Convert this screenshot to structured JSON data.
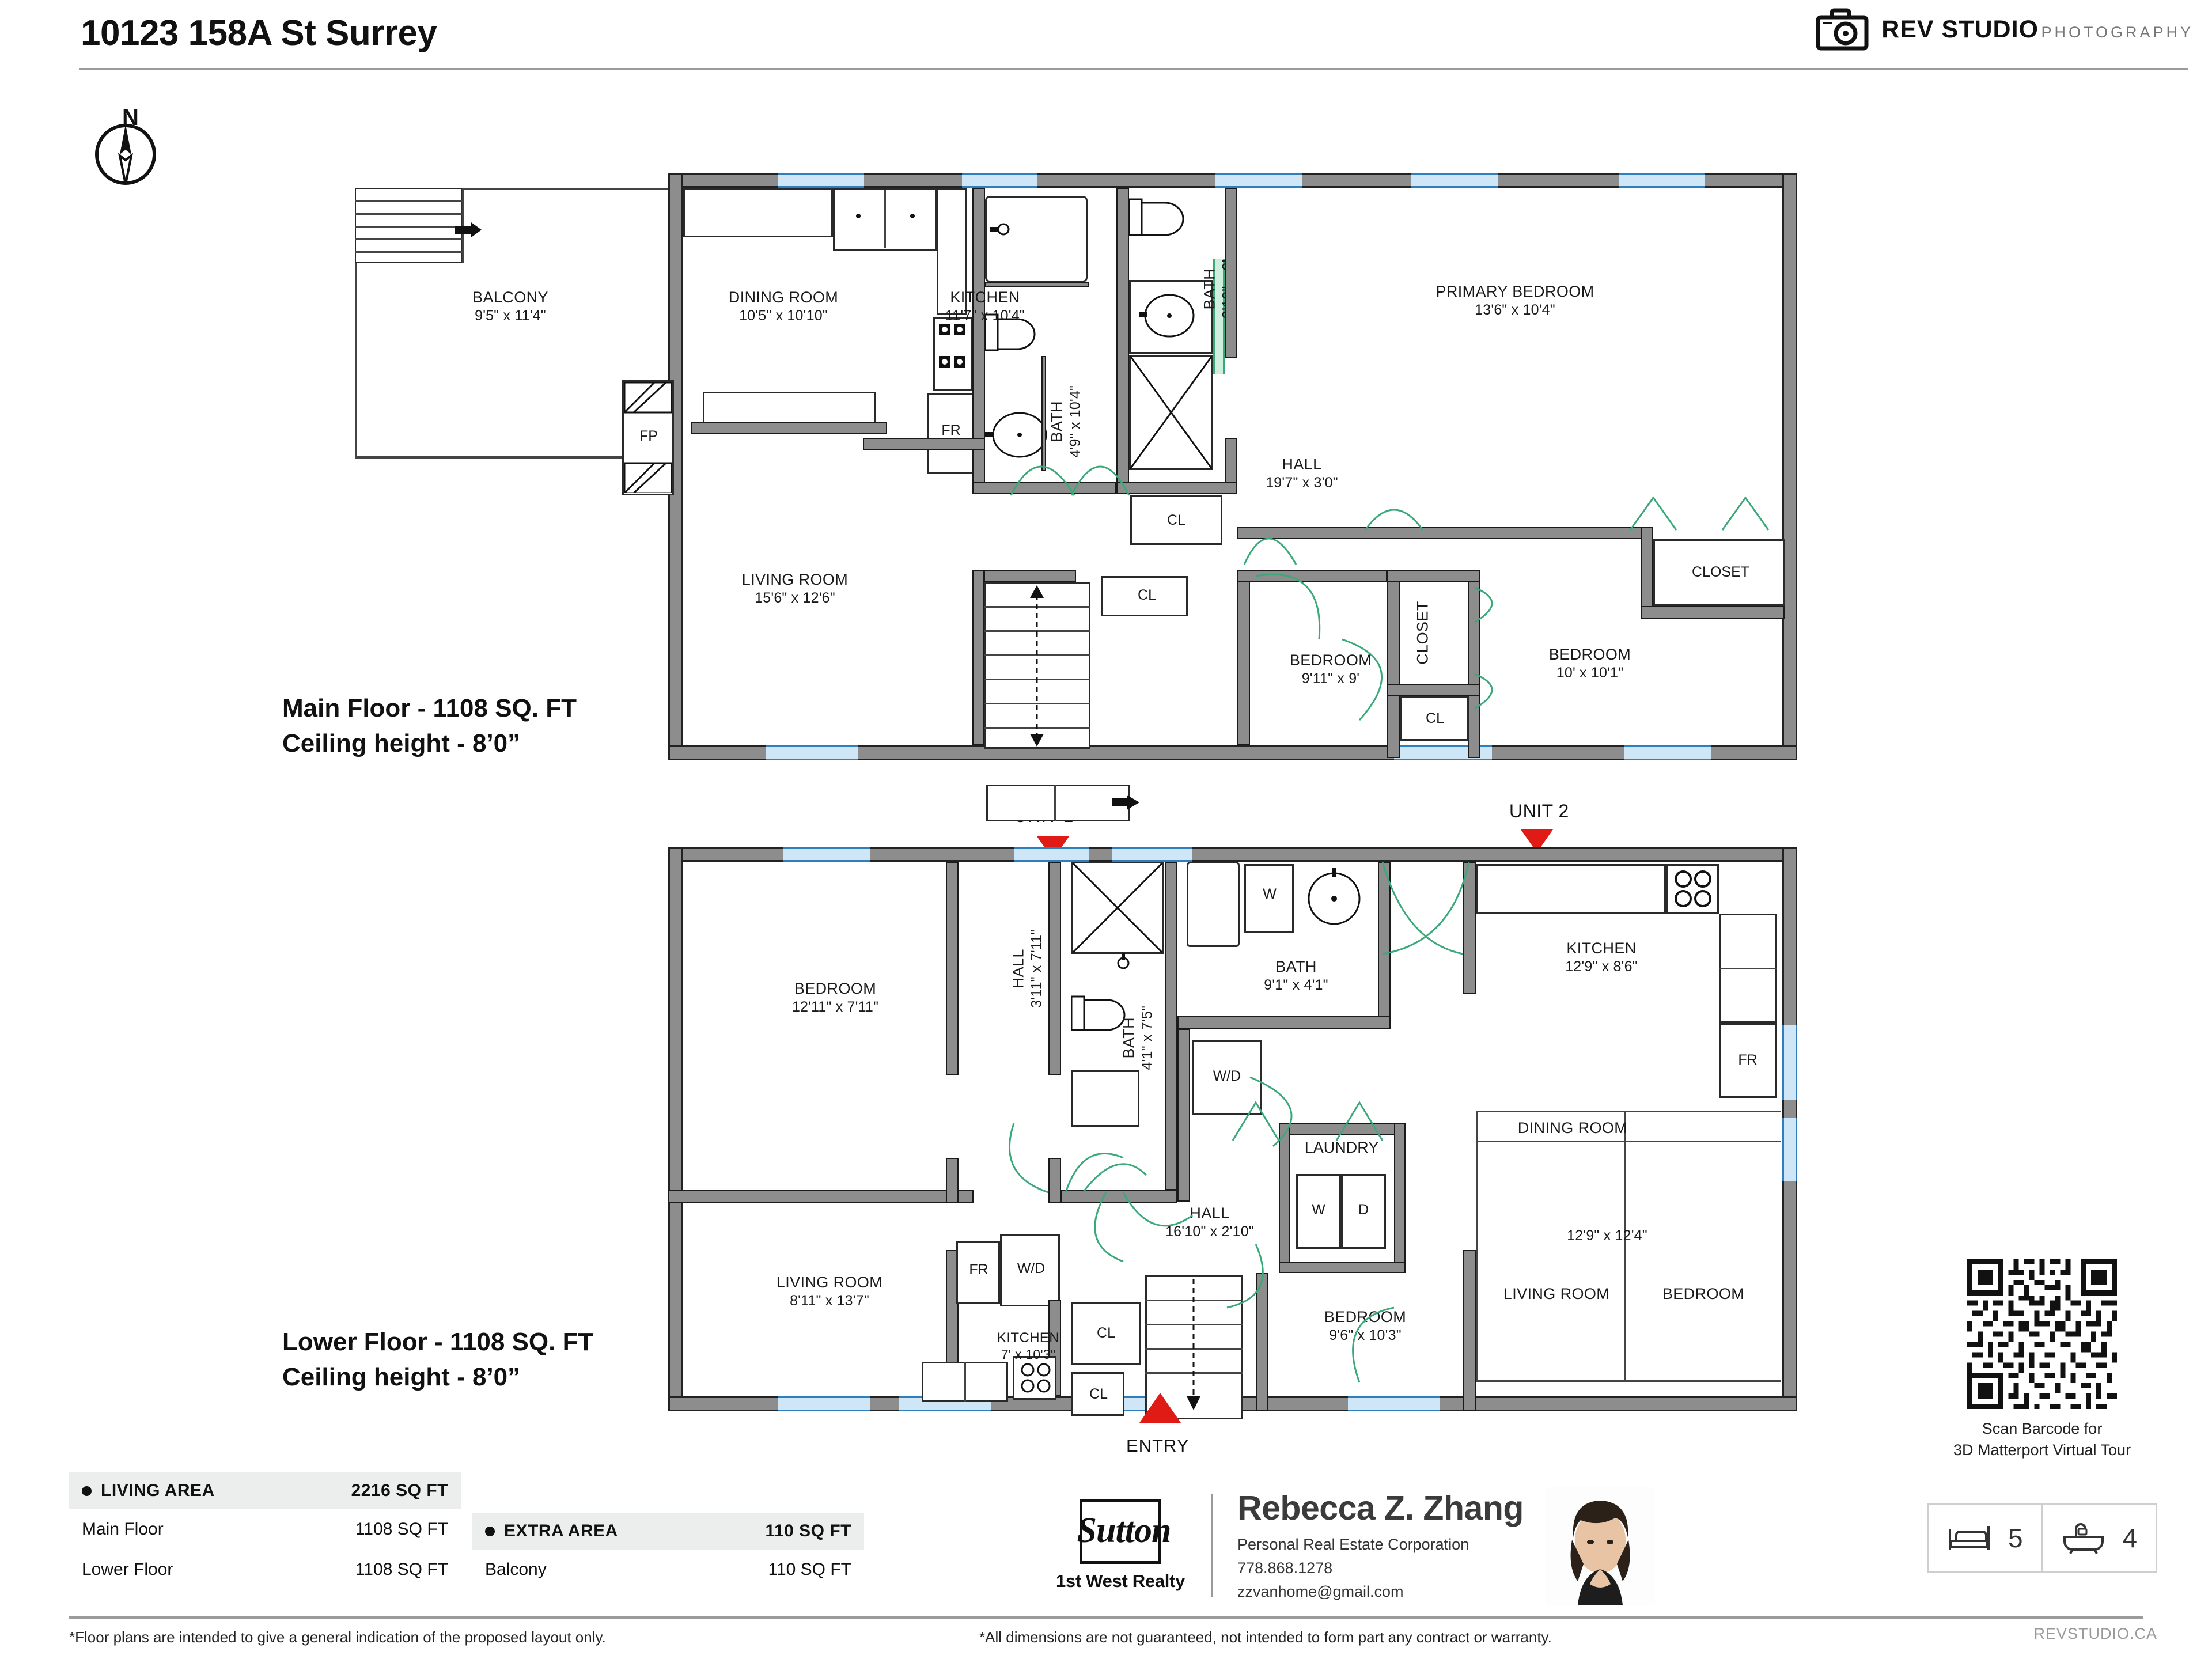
{
  "header": {
    "title": "10123 158A St Surrey",
    "brand_name": "REV STUDIO",
    "brand_sub": "PHOTOGRAPHY",
    "camera_icon": "camera-icon"
  },
  "compass": {
    "north_label": "N",
    "icon": "compass-needle-icon"
  },
  "main_floor": {
    "caption_line1": "Main Floor - 1108 SQ. FT",
    "caption_line2": "Ceiling height - 8’0”",
    "rooms": [
      {
        "name": "BALCONY",
        "dim": "9'5\" x 11'4\""
      },
      {
        "name": "DINING ROOM",
        "dim": "10'5\" x 10'10\""
      },
      {
        "name": "KITCHEN",
        "dim": "11'7\" x 10'4\""
      },
      {
        "name": "BATH",
        "dim": "4'9\" x 10'4\""
      },
      {
        "name": "BATH",
        "dim": "3'10\" x 8'"
      },
      {
        "name": "PRIMARY BEDROOM",
        "dim": "13'6\" x 10'4\""
      },
      {
        "name": "HALL",
        "dim": "19'7\" x 3'0\""
      },
      {
        "name": "LIVING ROOM",
        "dim": "15'6\" x 12'6\""
      },
      {
        "name": "BEDROOM",
        "dim": "9'11\" x 9'"
      },
      {
        "name": "BEDROOM",
        "dim": "10' x 10'1\""
      }
    ],
    "tags": [
      "FR",
      "CL",
      "CL",
      "CL",
      "CL",
      "CLOSET",
      "CLOSET",
      "FP"
    ]
  },
  "lower_floor": {
    "caption_line1": "Lower Floor - 1108 SQ. FT",
    "caption_line2": "Ceiling height - 8’0”",
    "rooms": [
      {
        "name": "BEDROOM",
        "dim": "12'11\" x 7'11\""
      },
      {
        "name": "HALL",
        "dim": "3'11\" x 7'11\""
      },
      {
        "name": "BATH",
        "dim": "4'1\" x 7'5\""
      },
      {
        "name": "BATH",
        "dim": "9'1\" x 4'1\""
      },
      {
        "name": "KITCHEN",
        "dim": "12'9\" x 8'6\""
      },
      {
        "name": "HALL",
        "dim": "16'10\" x 2'10\""
      },
      {
        "name": "LAUNDRY",
        "dim": ""
      },
      {
        "name": "LIVING ROOM",
        "dim": "8'11\" x 13'7\""
      },
      {
        "name": "KITCHEN",
        "dim": "7' x 10'3\""
      },
      {
        "name": "BEDROOM",
        "dim": "9'6\" x 10'3\""
      },
      {
        "name": "DINING ROOM",
        "dim": ""
      },
      {
        "name": "LIVING ROOM",
        "dim": ""
      },
      {
        "name": "BEDROOM",
        "dim": ""
      },
      {
        "name": "",
        "dim": "12'9\" x 12'4\""
      }
    ],
    "tags": [
      "W/D",
      "W/D",
      "W",
      "D",
      "W",
      "FR",
      "FR",
      "CL",
      "CL"
    ]
  },
  "markers": {
    "unit1": "UNIT 1",
    "unit2": "UNIT 2",
    "entry": "ENTRY",
    "marker_color": "#e01b15"
  },
  "legend": {
    "living_area_label": "LIVING AREA",
    "living_area_value": "2216 SQ FT",
    "extra_area_label": "EXTRA AREA",
    "extra_area_value": "110 SQ FT",
    "rows_left": [
      {
        "label": "Main Floor",
        "value": "1108 SQ FT"
      },
      {
        "label": "Lower Floor",
        "value": "1108 SQ FT"
      }
    ],
    "rows_right": [
      {
        "label": "Balcony",
        "value": "110 SQ FT"
      }
    ]
  },
  "agent": {
    "brokerage_word": "Sutton",
    "brokerage_sub": "1st West Realty",
    "name": "Rebecca Z. Zhang",
    "role": "Personal Real Estate Corporation",
    "phone": "778.868.1278",
    "email": "zzvanhome@gmail.com",
    "photo_alt": "agent-portrait"
  },
  "qr": {
    "caption_line1": "Scan Barcode for",
    "caption_line2": "3D Matterport Virtual Tour"
  },
  "counts": {
    "bed_icon": "bed-icon",
    "beds": "5",
    "bath_icon": "bathtub-icon",
    "baths": "4"
  },
  "footer": {
    "disclaimer_left": "*Floor plans are intended to give a general indication of the proposed layout only.",
    "disclaimer_right": "*All dimensions are not guaranteed, not intended to form part any contract or warranty.",
    "revstudio": "REVSTUDIO.CA"
  }
}
